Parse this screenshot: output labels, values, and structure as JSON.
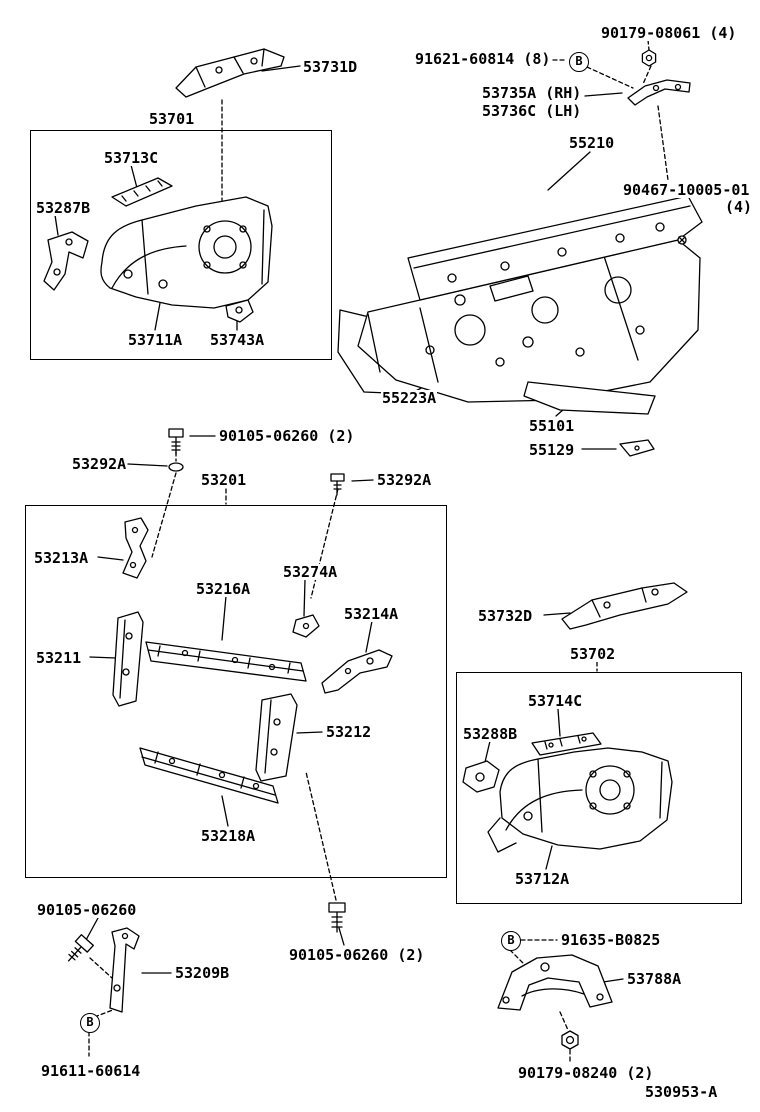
{
  "diagram": {
    "footer_id": "530953-A",
    "connector_b": "B",
    "line_color": "#000000",
    "background": "#ffffff",
    "labels": [
      {
        "text": "53731D"
      },
      {
        "text": "91621-60814 (8)"
      },
      {
        "text": "90179-08061 (4)"
      },
      {
        "text": "53735A (RH)"
      },
      {
        "text": "53736C (LH)"
      },
      {
        "text": "53701"
      },
      {
        "text": "55210"
      },
      {
        "text": "53713C"
      },
      {
        "text": "90467-10005-01"
      },
      {
        "text": "(4)"
      },
      {
        "text": "53287B"
      },
      {
        "text": "53711A"
      },
      {
        "text": "53743A"
      },
      {
        "text": "55223A"
      },
      {
        "text": "55101"
      },
      {
        "text": "55129"
      },
      {
        "text": "90105-06260 (2)"
      },
      {
        "text": "53292A"
      },
      {
        "text": "53201"
      },
      {
        "text": "53292A"
      },
      {
        "text": "53213A"
      },
      {
        "text": "53216A"
      },
      {
        "text": "53274A"
      },
      {
        "text": "53214A"
      },
      {
        "text": "53211"
      },
      {
        "text": "53732D"
      },
      {
        "text": "53702"
      },
      {
        "text": "53212"
      },
      {
        "text": "53714C"
      },
      {
        "text": "53288B"
      },
      {
        "text": "53218A"
      },
      {
        "text": "53712A"
      },
      {
        "text": "90105-06260"
      },
      {
        "text": "53209B"
      },
      {
        "text": "90105-06260 (2)"
      },
      {
        "text": "91635-B0825"
      },
      {
        "text": "53788A"
      },
      {
        "text": "91611-60614"
      },
      {
        "text": "90179-08240 (2)"
      }
    ]
  }
}
